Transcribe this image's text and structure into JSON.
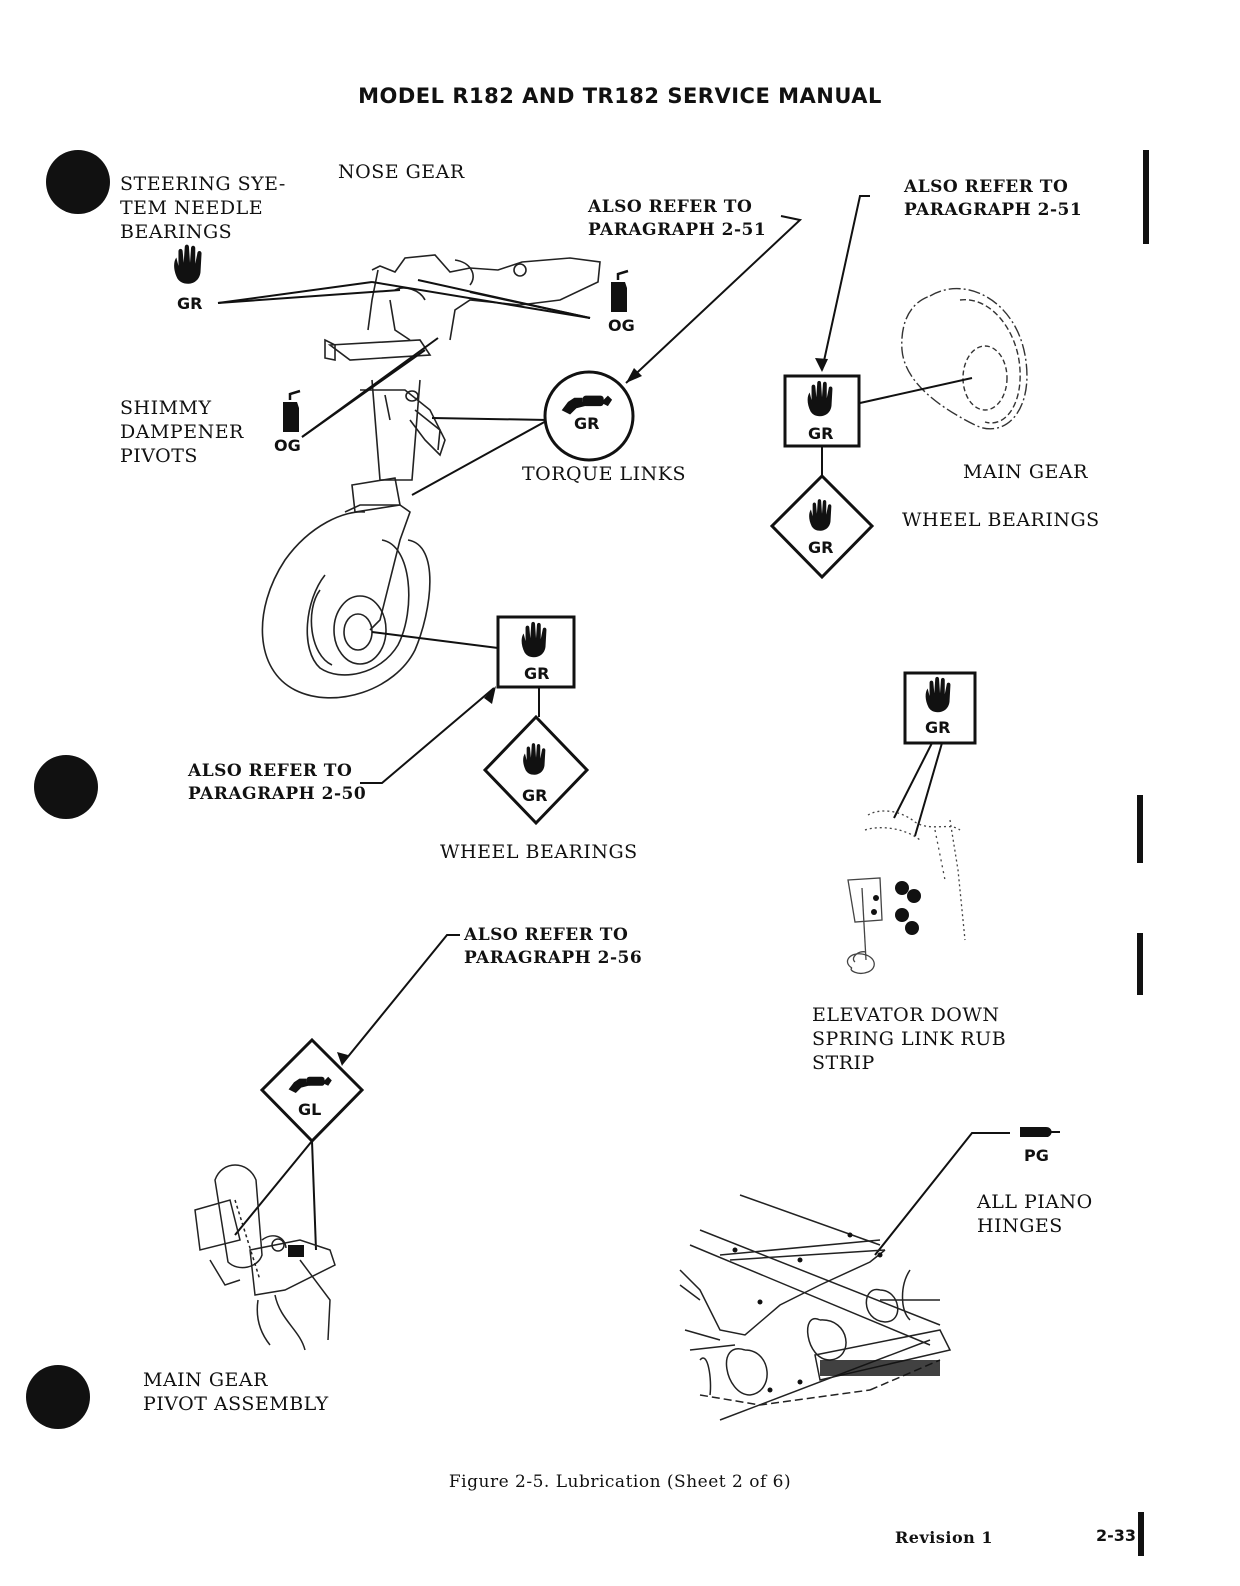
{
  "header": {
    "title": "MODEL R182 AND TR182 SERVICE MANUAL"
  },
  "labels": {
    "nose_gear": "NOSE GEAR",
    "steering": "STEERING SYE-\nTEM NEEDLE\nBEARINGS",
    "also_251_a": "ALSO REFER TO\nPARAGRAPH 2-51",
    "also_251_b": "ALSO REFER TO\nPARAGRAPH 2-51",
    "shimmy": "SHIMMY\nDAMPENER\nPIVOTS",
    "torque_links": "TORQUE LINKS",
    "main_gear": "MAIN GEAR",
    "wheel_bearings_right": "WHEEL BEARINGS",
    "also_250": "ALSO REFER TO\nPARAGRAPH 2-50",
    "wheel_bearings_nose": "WHEEL BEARINGS",
    "also_256": "ALSO REFER TO\nPARAGRAPH 2-56",
    "elevator": "ELEVATOR DOWN\nSPRING LINK RUB\nSTRIP",
    "piano": "ALL PIANO\nHINGES",
    "main_gear_pivot": "MAIN GEAR\nPIVOT ASSEMBLY"
  },
  "symbols": {
    "gr": "GR",
    "og": "OG",
    "gl": "GL",
    "pg": "PG"
  },
  "footer": {
    "caption": "Figure 2-5. Lubrication (Sheet 2 of 6)",
    "revision": "Revision 1",
    "page_number": "2-33"
  }
}
